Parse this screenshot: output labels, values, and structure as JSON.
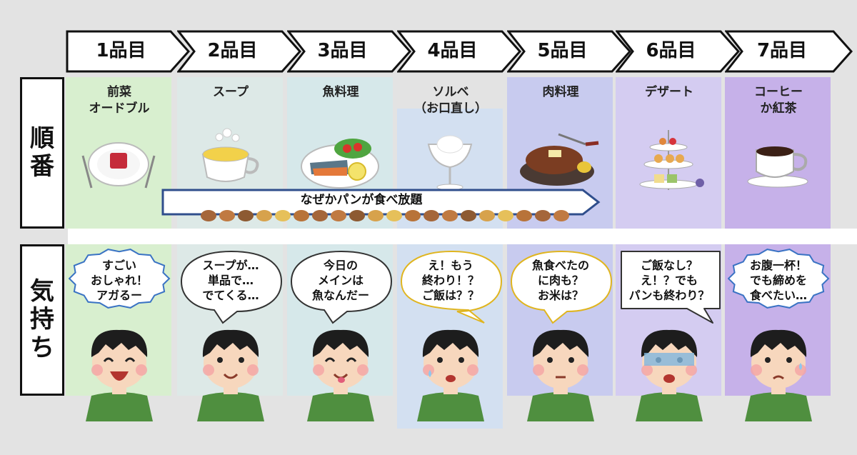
{
  "steps": [
    {
      "label": "1品目",
      "dish_line1": "前菜",
      "dish_line2": "オードブル",
      "bubble": [
        "すごい",
        "おしゃれ！",
        "アガるー"
      ],
      "color": "#d8efcf",
      "dish_icon": "appetizer-plate-icon",
      "mood": "excited"
    },
    {
      "label": "2品目",
      "dish_line1": "スープ",
      "dish_line2": "",
      "bubble": [
        "スープが…",
        "単品で…",
        "でてくる…"
      ],
      "color": "#dde9e7",
      "dish_icon": "soup-cup-icon",
      "mood": "smile"
    },
    {
      "label": "3品目",
      "dish_line1": "魚料理",
      "dish_line2": "",
      "bubble": [
        "今日の",
        "メインは",
        "魚なんだー"
      ],
      "color": "#d6e8ea",
      "dish_icon": "fish-dish-icon",
      "mood": "tasty"
    },
    {
      "label": "4品目",
      "dish_line1": "ソルベ",
      "dish_line2": "（お口直し）",
      "bubble": [
        "え！もう",
        "終わり！？",
        "ご飯は？？"
      ],
      "color": "#d3e0f1",
      "dish_icon": "sorbet-glass-icon",
      "mood": "worried"
    },
    {
      "label": "5品目",
      "dish_line1": "肉料理",
      "dish_line2": "",
      "bubble": [
        "魚食べたの",
        "に肉も？",
        "お米は？"
      ],
      "color": "#c8cbef",
      "dish_icon": "steak-icon",
      "mood": "neutral"
    },
    {
      "label": "6品目",
      "dish_line1": "デザート",
      "dish_line2": "",
      "bubble": [
        "ご飯なし？",
        "え！？でも",
        "パンも終わり？"
      ],
      "color": "#d4ccf1",
      "dish_icon": "dessert-stand-icon",
      "mood": "shocked"
    },
    {
      "label": "7品目",
      "dish_line1": "コーヒー",
      "dish_line2": "か紅茶",
      "bubble": [
        "お腹一杯！",
        "でも締めを",
        "食べたい…"
      ],
      "color": "#c6b1e9",
      "dish_icon": "coffee-cup-icon",
      "mood": "sad"
    }
  ],
  "row_labels": {
    "order": [
      "順",
      "番"
    ],
    "feeling": [
      "気",
      "持",
      "ち"
    ]
  },
  "bread_banner": {
    "label": "なぜかパンが食べ放題",
    "icon": "bread-icon"
  },
  "colors": {
    "arrow_fill": "#ffffff",
    "arrow_stroke": "#111111",
    "banner_stroke": "#2f4e8c",
    "shirt": "#4f8f3f",
    "hair": "#1d1d1d"
  }
}
